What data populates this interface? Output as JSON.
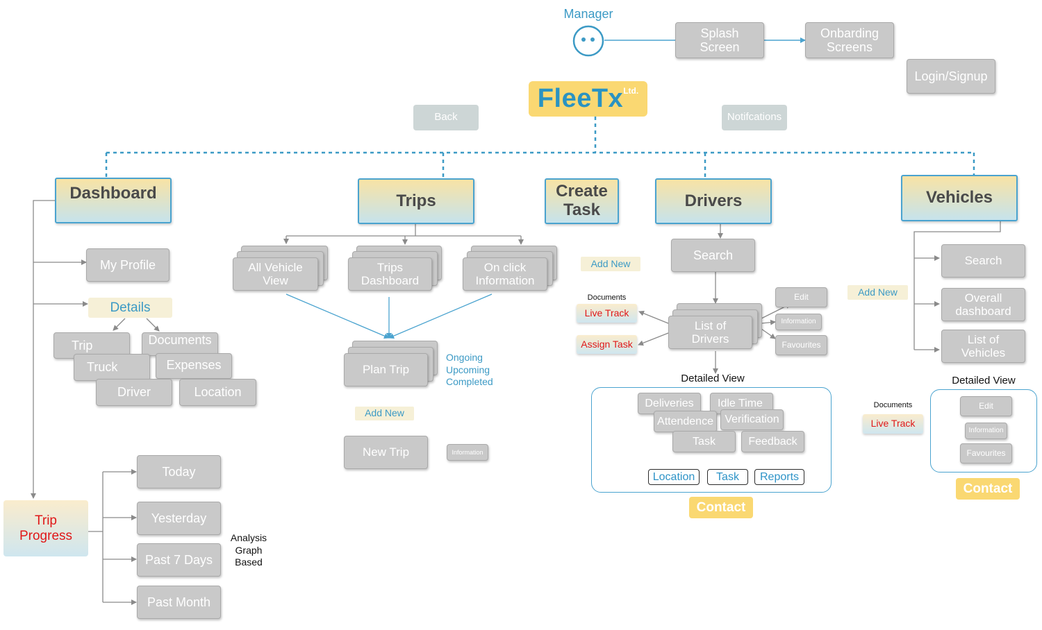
{
  "header": {
    "manager_label": "Manager",
    "splash_screen": "Splash\nScreen",
    "onboarding_screens": "Onbarding\nScreens",
    "login_signup": "Login/Signup",
    "logo_text": "FleeTx",
    "logo_suffix": "Ltd.",
    "back": "Back",
    "notifications": "Notifcations"
  },
  "dashboard": {
    "title": "Dashboard",
    "my_profile": "My Profile",
    "details": "Details",
    "trip": "Trip",
    "documents": "Documents",
    "truck": "Truck",
    "expenses": "Expenses",
    "driver": "Driver",
    "location": "Location",
    "trip_progress": "Trip\nProgress",
    "today": "Today",
    "yesterday": "Yesterday",
    "past_7_days": "Past 7 Days",
    "past_month": "Past Month",
    "analysis_note": "Analysis\nGraph\nBased"
  },
  "trips": {
    "title": "Trips",
    "all_vehicle_view": "All Vehicle\nView",
    "trips_dashboard": "Trips\nDashboard",
    "on_click_information": "On click\nInformation",
    "plan_trip": "Plan Trip",
    "plan_trip_status": "Ongoing\nUpcoming\nCompleted",
    "add_new": "Add New",
    "new_trip": "New Trip",
    "information": "Information"
  },
  "create_task": {
    "title": "Create\nTask",
    "add_new": "Add New"
  },
  "drivers": {
    "title": "Drivers",
    "search": "Search",
    "documents": "Documents",
    "live_track": "Live Track",
    "assign_task": "Assign Task",
    "list_of_drivers": "List of\nDrivers",
    "edit": "Edit",
    "information": "Information",
    "favourites": "Favourites",
    "detailed_view": "Detailed View",
    "deliveries": "Deliveries",
    "idle_time": "Idle Time",
    "attendence": "Attendence",
    "verification": "Verification",
    "task": "Task",
    "feedback": "Feedback",
    "location_link": "Location",
    "task_link": "Task",
    "reports_link": "Reports",
    "contact": "Contact"
  },
  "vehicles": {
    "title": "Vehicles",
    "add_new": "Add New",
    "search": "Search",
    "overall_dashboard": "Overall\ndashboard",
    "list_of_vehicles": "List of\nVehicles",
    "documents": "Documents",
    "live_track": "Live Track",
    "detailed_view": "Detailed View",
    "edit": "Edit",
    "information": "Information",
    "favourites": "Favourites",
    "contact": "Contact"
  },
  "colors": {
    "accent_blue": "#3c9ac5",
    "connector_blue": "#4aa3cf",
    "highlight_yellow": "#fad872",
    "node_gray": "#c9c9c9",
    "alert_red": "#e01818"
  },
  "icons": {
    "manager": "smiley-face-icon"
  }
}
